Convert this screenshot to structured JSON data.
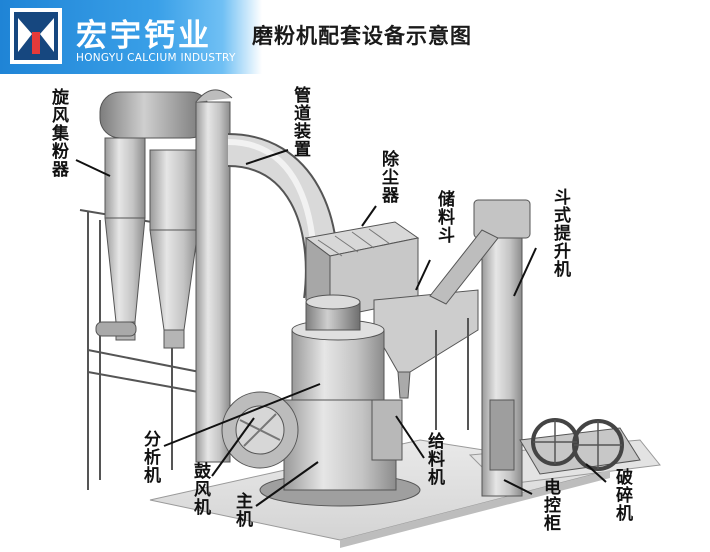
{
  "brand": {
    "name_cn": "宏宇钙业",
    "name_en": "HONGYU CALCIUM INDUSTRY",
    "logo_icon": "hongyu-logo-icon",
    "banner_color": "#2a8fe0"
  },
  "title_visible": "磨粉机配套设备示意图",
  "labels": {
    "cyclone": "旋风集粉器",
    "pipe": "管道装置",
    "dust": "除尘器",
    "bin": "储料斗",
    "elevator": "斗式提升机",
    "analyzer": "分析机",
    "blower": "鼓风机",
    "main": "主机",
    "feeder": "给料机",
    "control": "电控柜",
    "crusher": "破碎机"
  }
}
